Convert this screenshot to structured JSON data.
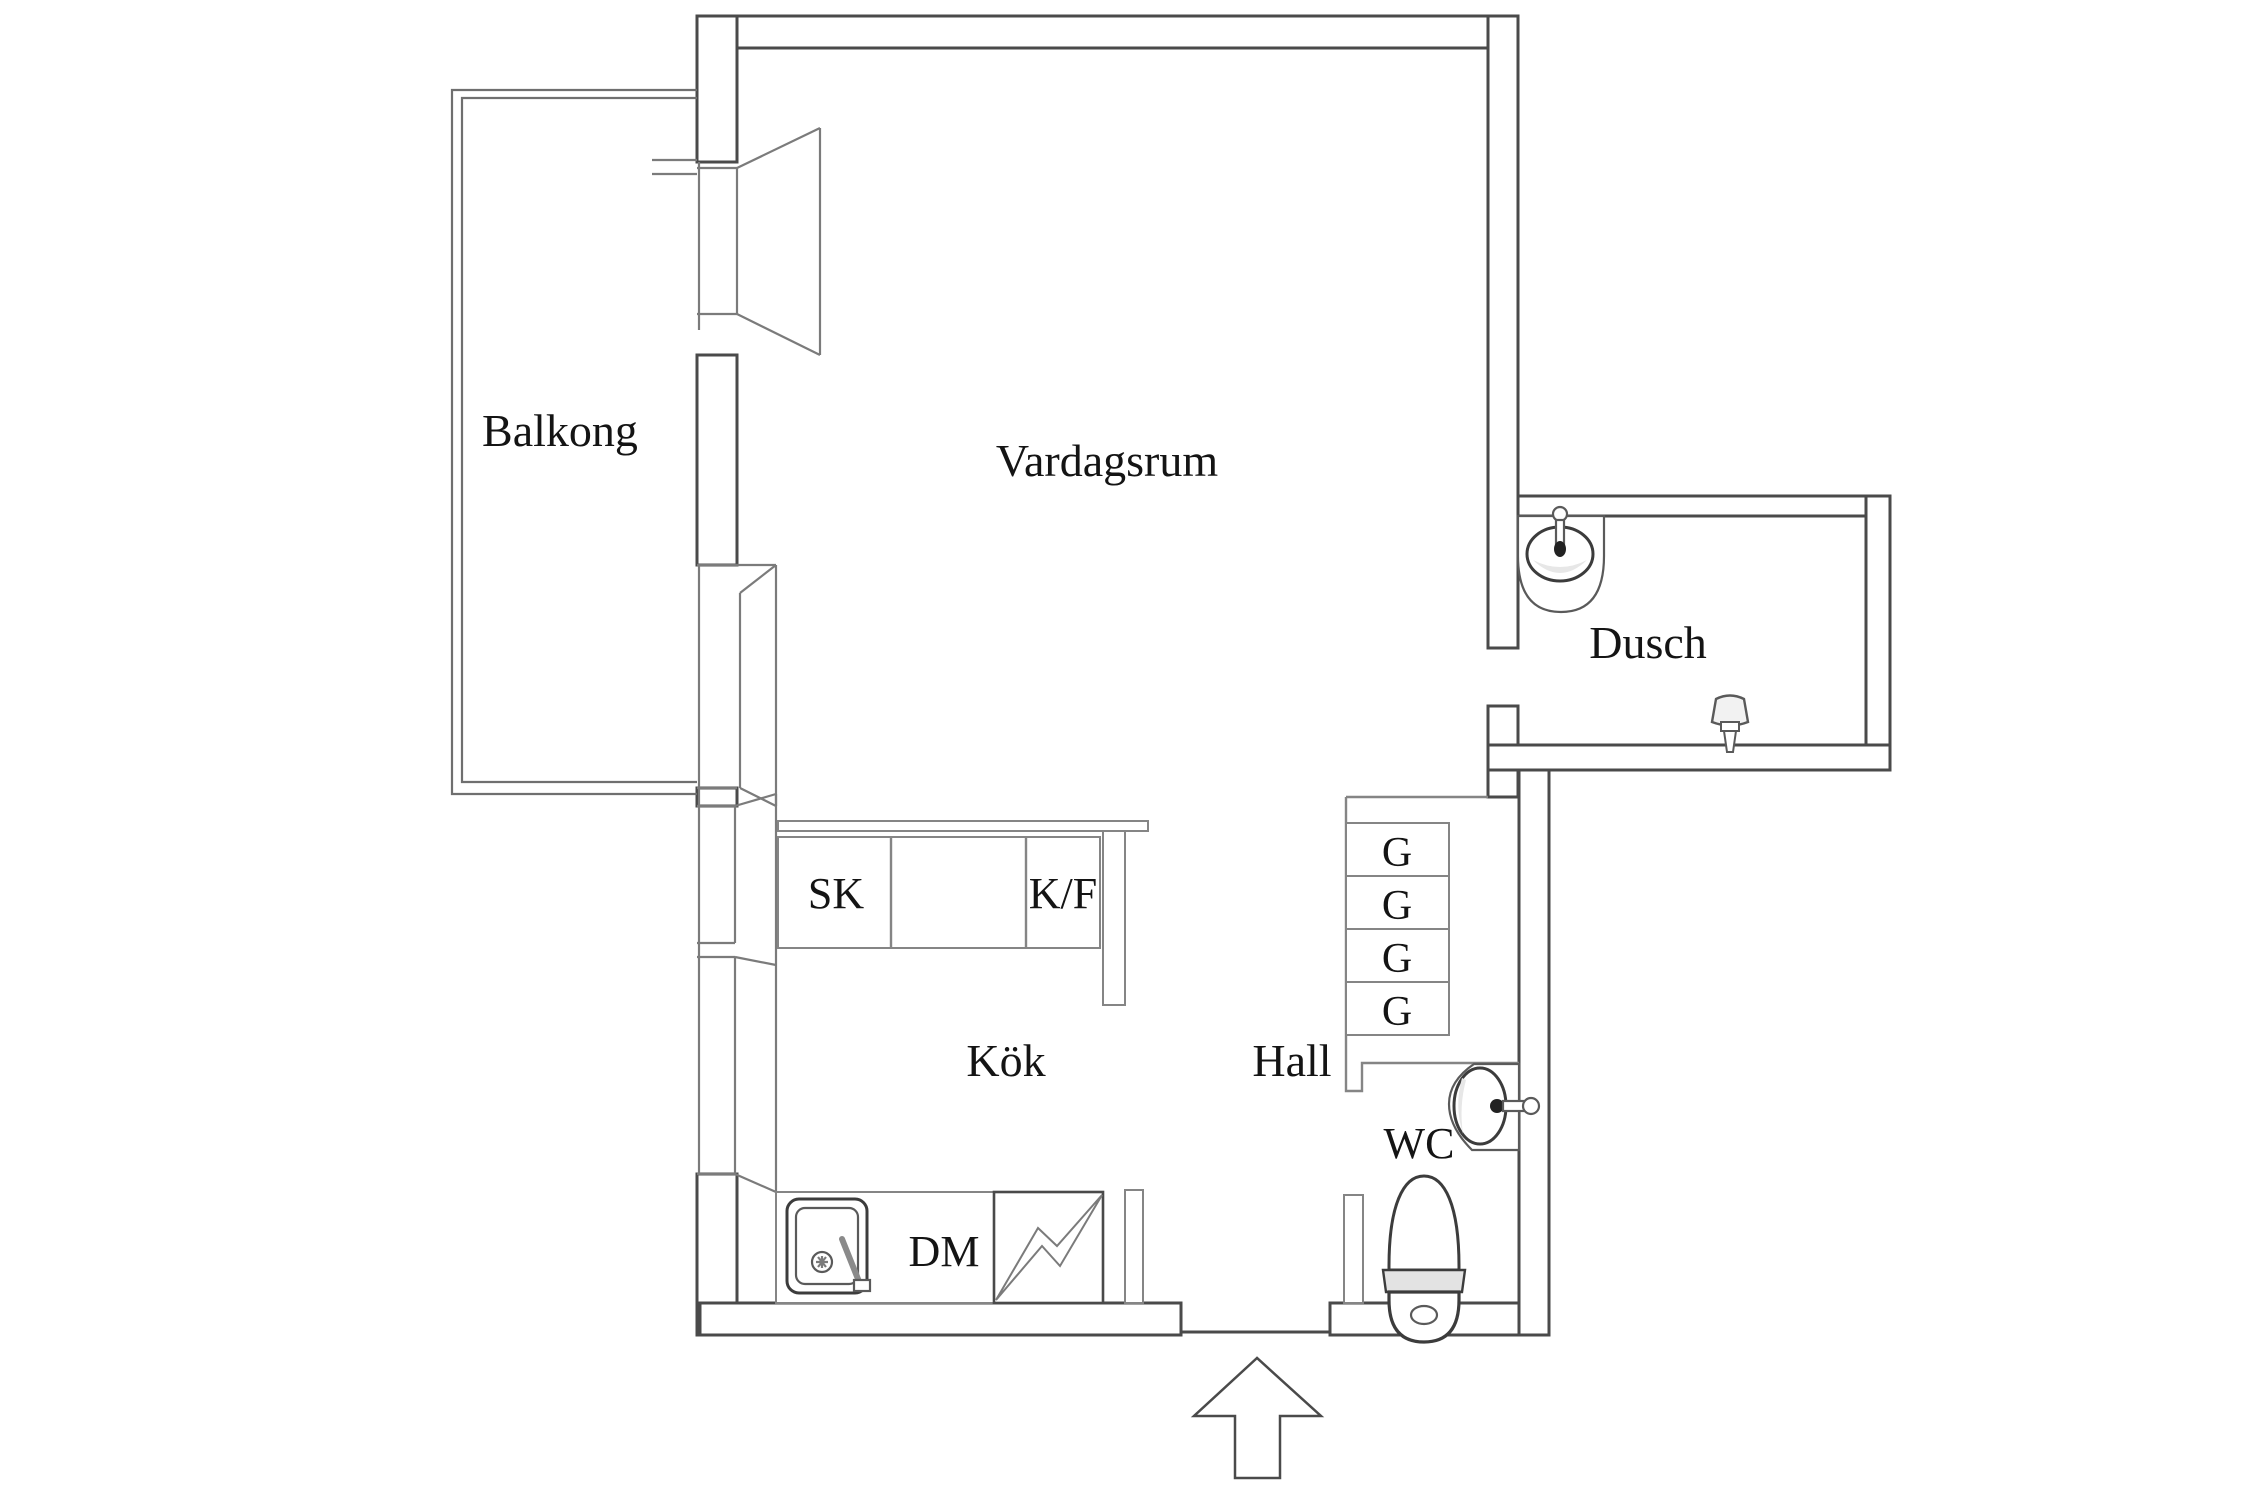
{
  "rooms": {
    "balcony": {
      "label": "Balkong"
    },
    "living_room": {
      "label": "Vardagsrum"
    },
    "shower": {
      "label": "Dusch"
    },
    "kitchen": {
      "label": "Kök"
    },
    "hall": {
      "label": "Hall"
    },
    "wc": {
      "label": "WC"
    }
  },
  "fixtures": {
    "tall_cabinet": {
      "label": "SK"
    },
    "fridge_freezer": {
      "label": "K/F"
    },
    "dishwasher": {
      "label": "DM"
    },
    "wardrobes": [
      {
        "label": "G"
      },
      {
        "label": "G"
      },
      {
        "label": "G"
      },
      {
        "label": "G"
      }
    ]
  },
  "icons": {
    "shower_sink": "washbasin-icon",
    "shower_head": "shower-head-icon",
    "wc_sink": "washbasin-icon",
    "toilet": "toilet-icon",
    "kitchen_sink": "kitchen-sink-icon",
    "stove": "stove-zigzag-icon",
    "entrance": "entrance-arrow-icon"
  },
  "colors": {
    "background": "#ffffff",
    "wall_line": "#4a4a4a",
    "thin_line": "#858585",
    "label_text": "#141414",
    "fixture_shade": "#e7e7e7"
  }
}
